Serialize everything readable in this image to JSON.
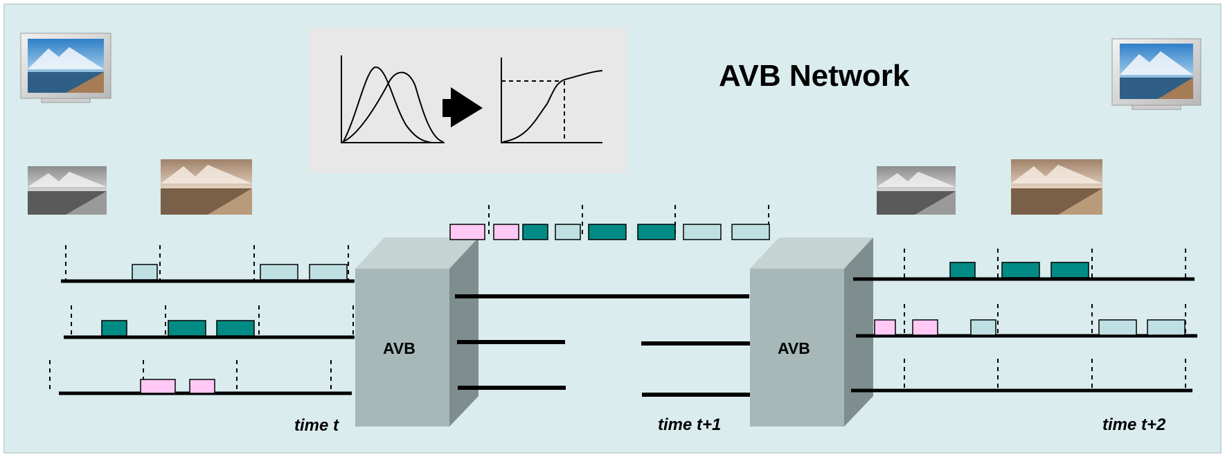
{
  "title": "AVB Network",
  "switch_label": "AVB",
  "time_labels": {
    "t0": "time t",
    "t1": "time t+1",
    "t2": "time t+2"
  },
  "colors": {
    "background": "#daecee",
    "teal_packet": "#008b85",
    "light_blue_packet": "#bfe0e3",
    "pink_packet": "#ffc8f5",
    "switch_front": "#a7b8b8",
    "switch_side": "#7e8d8d",
    "switch_top": "#c5d3d3",
    "inset_panel": "#e8e8e8"
  },
  "icons": {
    "monitor_left": "monitor-icon",
    "monitor_right": "monitor-icon",
    "image_thumbnails": "mountain-lake-photo",
    "inset": "distribution-to-cdf-graph"
  }
}
